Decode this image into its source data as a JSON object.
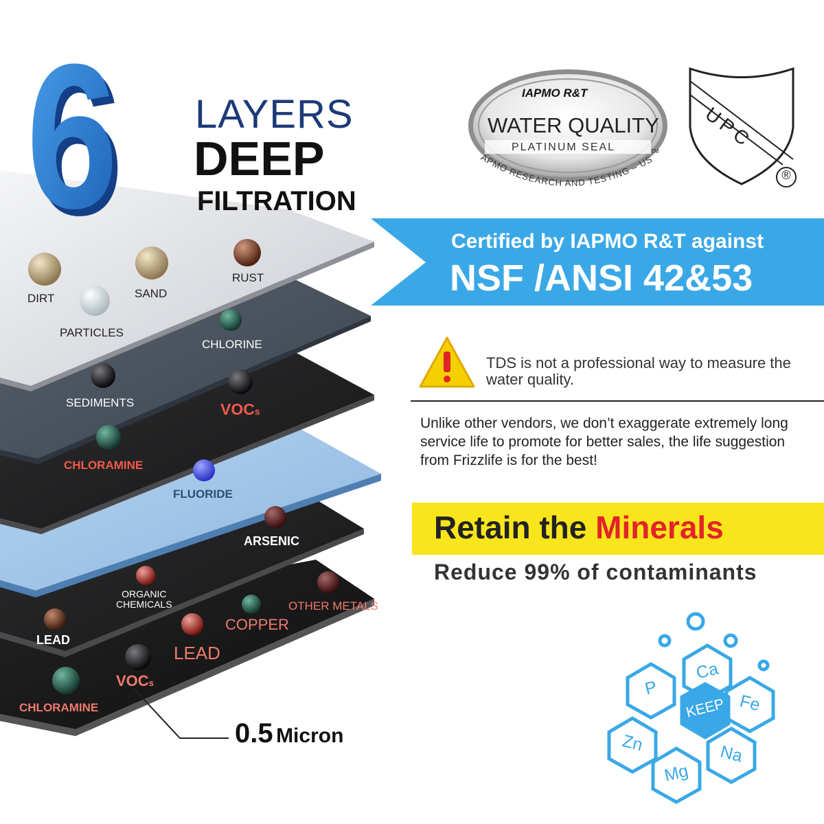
{
  "headline": {
    "number": "6",
    "line1": "LAYERS",
    "line2": "DEEP",
    "line3": "FILTRATION"
  },
  "certification": {
    "seal": {
      "brand": "IAPMO R&T",
      "title": "WATER QUALITY",
      "subtitle": "PLATINUM SEAL",
      "arc_text": "IAPMO RESEARCH AND TESTING – USA",
      "tm": "TM"
    },
    "upc": {
      "text": "UPC",
      "registered": "®"
    },
    "banner_line1": "Certified by IAPMO R&T against",
    "banner_line2": "NSF /ANSI 42&53",
    "banner_color": "#3aa8e6"
  },
  "notice": {
    "tds_text": "TDS is not a professional way to measure the water quality.",
    "vendor_text": "Unlike other vendors, we don’t exaggerate extremely long service life to promote for better sales, the life suggestion from Frizzlife is for the best!"
  },
  "minerals": {
    "headline_prefix": "Retain the ",
    "headline_highlight": "Minerals",
    "subline": "Reduce 99% of contaminants",
    "banner_color": "#f9e51b",
    "center": "KEEP",
    "elements": [
      "Ca",
      "Fe",
      "Na",
      "Mg",
      "Zn",
      "P"
    ]
  },
  "contaminants": {
    "dirt": "DIRT",
    "particles": "PARTICLES",
    "sand": "SAND",
    "rust": "RUST",
    "chlorine": "CHLORINE",
    "sediments": "SEDIMENTS",
    "vocs1": "VOC",
    "vocs1_sub": "s",
    "chloramine1": "CHLORAMINE",
    "fluoride": "FLUORIDE",
    "arsenic": "ARSENIC",
    "organic": [
      "ORGANIC",
      "CHEMICALS"
    ],
    "copper": "COPPER",
    "other_metals": "OTHER METALS",
    "lead1": "LEAD",
    "lead2": "LEAD",
    "vocs2": "VOC",
    "vocs2_sub": "s",
    "chloramine2": "CHLORAMINE"
  },
  "micron": {
    "value": "0.5",
    "unit": "Micron"
  },
  "colors": {
    "blue_number": "#2f7fd6",
    "navy_text": "#1d3a78",
    "red_text": "#e2232a",
    "salmon_text": "#f07a6c",
    "cyan": "#3aa8e6"
  }
}
